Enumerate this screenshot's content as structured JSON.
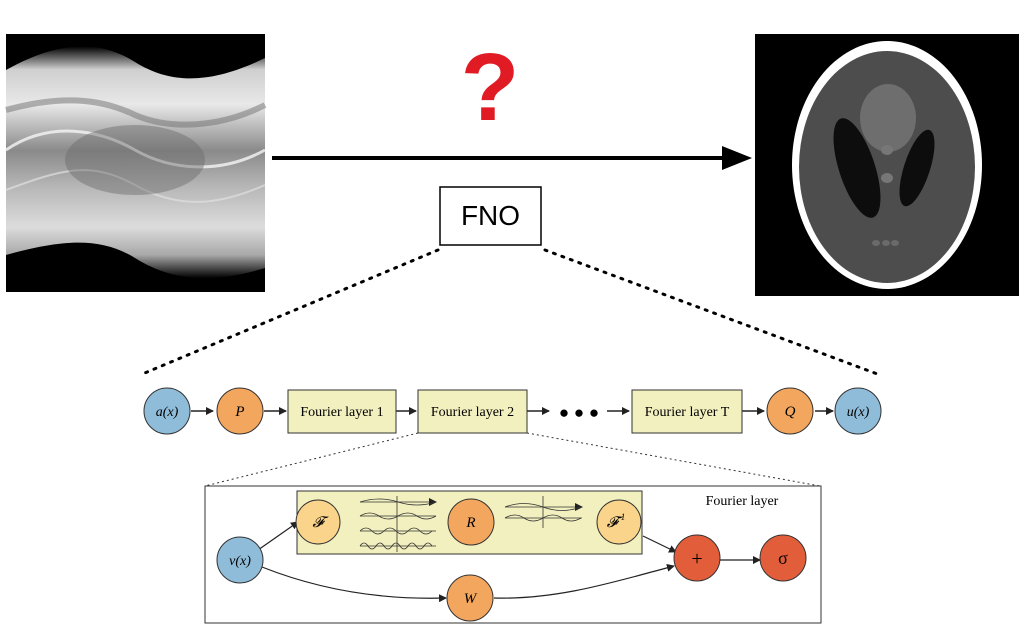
{
  "top": {
    "question_mark": "?",
    "fno_label": "FNO"
  },
  "pipeline": {
    "input": "a(x)",
    "lift": "P",
    "layers": [
      "Fourier layer 1",
      "Fourier layer 2",
      "Fourier layer T"
    ],
    "ellipsis": "● ● ●",
    "project": "Q",
    "output": "u(x)"
  },
  "fourier_layer": {
    "title": "Fourier layer",
    "input": "v(x)",
    "fft": "𝓕",
    "spectral": "R",
    "ifft": "𝓕",
    "ifft_sup": "-1",
    "linear": "W",
    "sum": "+",
    "activation": "σ"
  },
  "colors": {
    "blue_node": "#8fbcd9",
    "orange_node": "#f2a65e",
    "light_orange_node": "#f9d48a",
    "red_node": "#e25d3a",
    "layer_box": "#f2f0bf",
    "question": "#e01b24"
  }
}
